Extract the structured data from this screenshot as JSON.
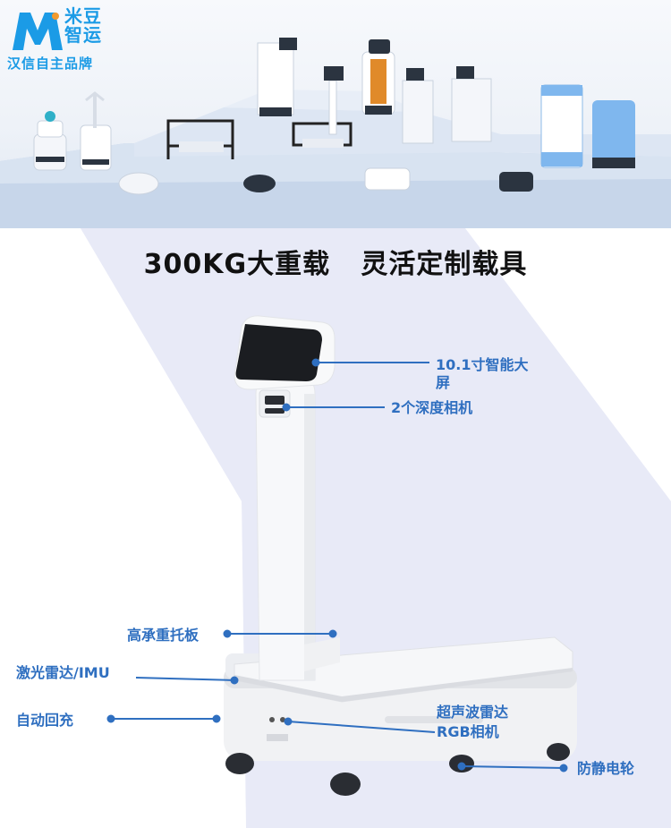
{
  "brand": {
    "name": "米豆智运",
    "line1": "米豆",
    "line2": "智运",
    "tagline": "汉信自主品牌",
    "brand_color": "#1b9be6"
  },
  "headline": "300KG大重载   灵活定制载具",
  "callouts": {
    "screen": "10.1寸智能大屏",
    "screen_line1": "10.1寸智能大",
    "screen_line2": "屏",
    "depth_camera": "2个深度相机",
    "tray": "高承重托板",
    "lidar": "激光雷达/IMU",
    "auto_charge": "自动回充",
    "ultrasonic_radar": "超声波雷达",
    "rgb_camera": "RGB相机",
    "antistatic_wheels": "防静电轮"
  },
  "colors": {
    "label": "#2f6fc0",
    "chevron": "#e6e9f6",
    "platform": "#cfdcec"
  }
}
